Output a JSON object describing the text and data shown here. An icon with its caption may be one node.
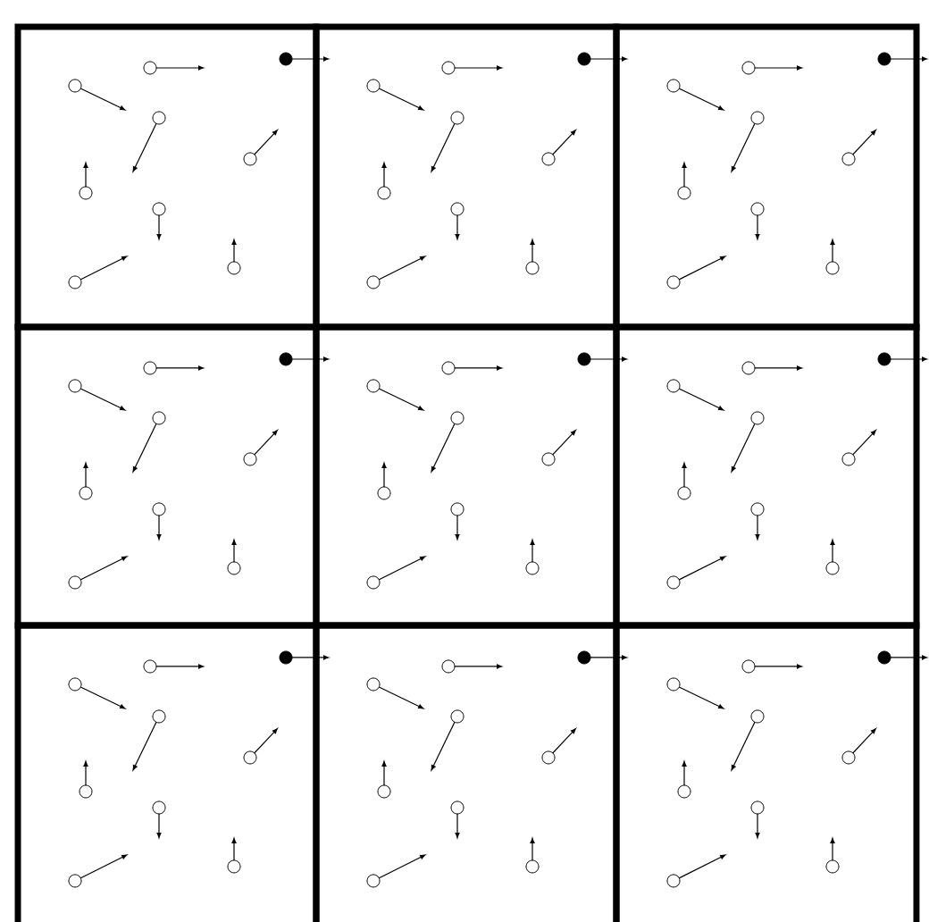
{
  "diagram": {
    "nodes": [
      {
        "text": [],
        "shape": "box"
      },
      {
        "text": [],
        "shape": "box"
      },
      {
        "text": [],
        "shape": "box"
      },
      {
        "text": [],
        "shape": "box"
      },
      {
        "text": [],
        "shape": "box"
      },
      {
        "text": [],
        "shape": "box"
      },
      {
        "text": [],
        "shape": "box"
      },
      {
        "text": [],
        "shape": "box"
      },
      {
        "text": [],
        "shape": "box"
      }
    ]
  }
}
